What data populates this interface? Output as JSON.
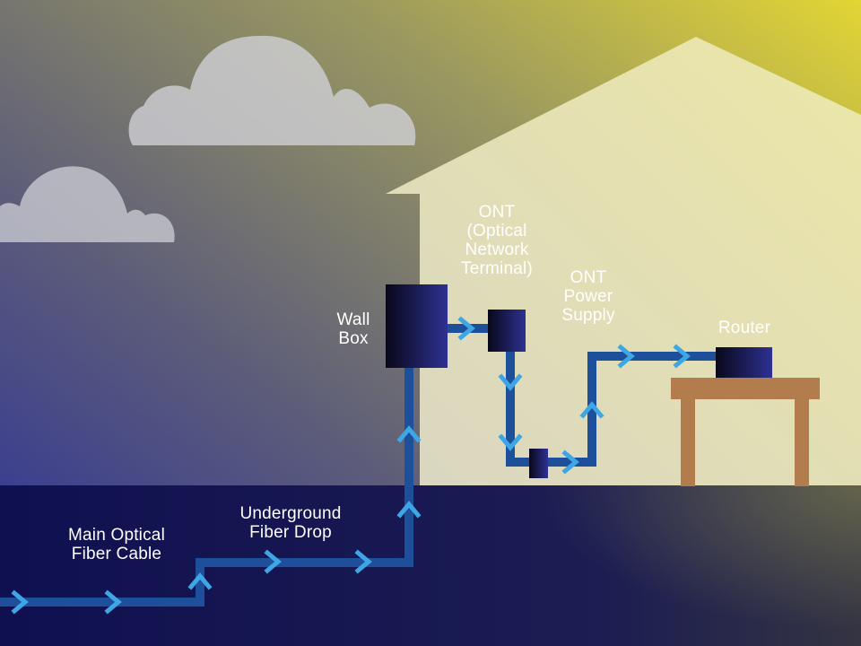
{
  "labels": {
    "main_cable": [
      "Main Optical",
      "Fiber Cable"
    ],
    "underground_drop": [
      "Underground",
      "Fiber Drop"
    ],
    "wall_box": [
      "Wall",
      "Box"
    ],
    "ont": [
      "ONT",
      "(Optical",
      "Network",
      "Terminal)"
    ],
    "ont_power_supply": [
      "ONT",
      "Power",
      "Supply"
    ],
    "router": [
      "Router"
    ]
  },
  "colors": {
    "fiber": "#1e4f9a",
    "chevron": "#3fa6e6",
    "ground": "#151650",
    "house": "#e6e2bb",
    "cloud": "#cfd0d6",
    "table": "#b27c4c",
    "device_dark": "#0b0b1e",
    "device_light": "#2c2f8c"
  }
}
